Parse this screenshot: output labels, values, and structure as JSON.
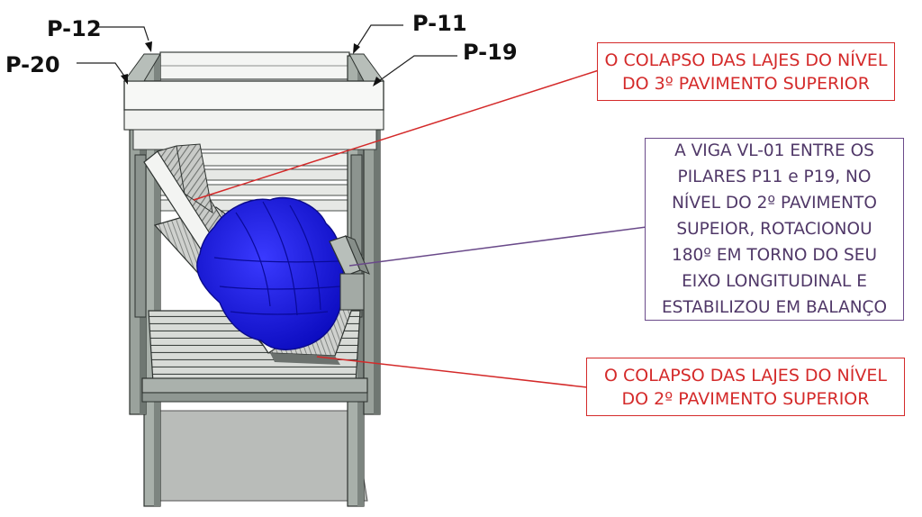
{
  "pillar_labels": {
    "p12": "P-12",
    "p11": "P-11",
    "p20": "P-20",
    "p19": "P-19"
  },
  "callouts": {
    "slab_collapse_level_3": "O COLAPSO DAS LAJES DO NÍVEL\nDO 3º PAVIMENTO SUPERIOR",
    "beam_rotation": "A VIGA VL-01 ENTRE OS\nPILARES P11 e P19, NO\nNÍVEL DO 2º PAVIMENTO\nSUPEIOR, ROTACIONOU\n180º EM TORNO DO SEU\nEIXO LONGITUDINAL E\nESTABILIZOU EM BALANÇO",
    "slab_collapse_level_2": "O COLAPSO DAS LAJES DO NÍVEL\nDO 2º PAVIMENTO SUPERIOR"
  },
  "colors": {
    "callout_red": "#d42a2a",
    "callout_purple": "#6a4a8a",
    "debris_blue": "#1a1adf",
    "structure_gray": "#9aa29c"
  }
}
